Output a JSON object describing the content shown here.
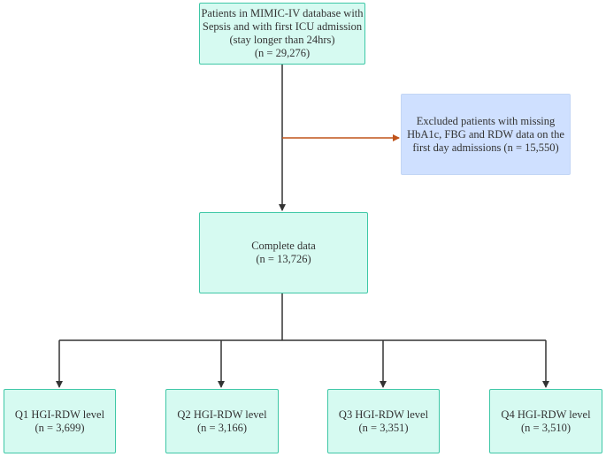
{
  "colors": {
    "box_fill": "#d6faf1",
    "box_border": "#3ec7a6",
    "excluded_fill": "#cfe0ff",
    "connector": "#333333",
    "exclusion_arrow": "#c0531a"
  },
  "top": {
    "lines": [
      "Patients in MIMIC-IV database with",
      "Sepsis and with first ICU admission",
      "(stay longer than 24hrs)",
      "(n = 29,276)"
    ]
  },
  "excluded": {
    "lines": [
      "Excluded patients with missing",
      "HbA1c, FBG and RDW data on the",
      "first day admissions (n = 15,550)"
    ]
  },
  "complete": {
    "lines": [
      "Complete data",
      "(n = 13,726)"
    ]
  },
  "groups": [
    {
      "label": "Q1 HGI-RDW level",
      "n": "(n = 3,699)"
    },
    {
      "label": "Q2 HGI-RDW level",
      "n": "(n = 3,166)"
    },
    {
      "label": "Q3 HGI-RDW level",
      "n": "(n = 3,351)"
    },
    {
      "label": "Q4 HGI-RDW level",
      "n": "(n = 3,510)"
    }
  ]
}
